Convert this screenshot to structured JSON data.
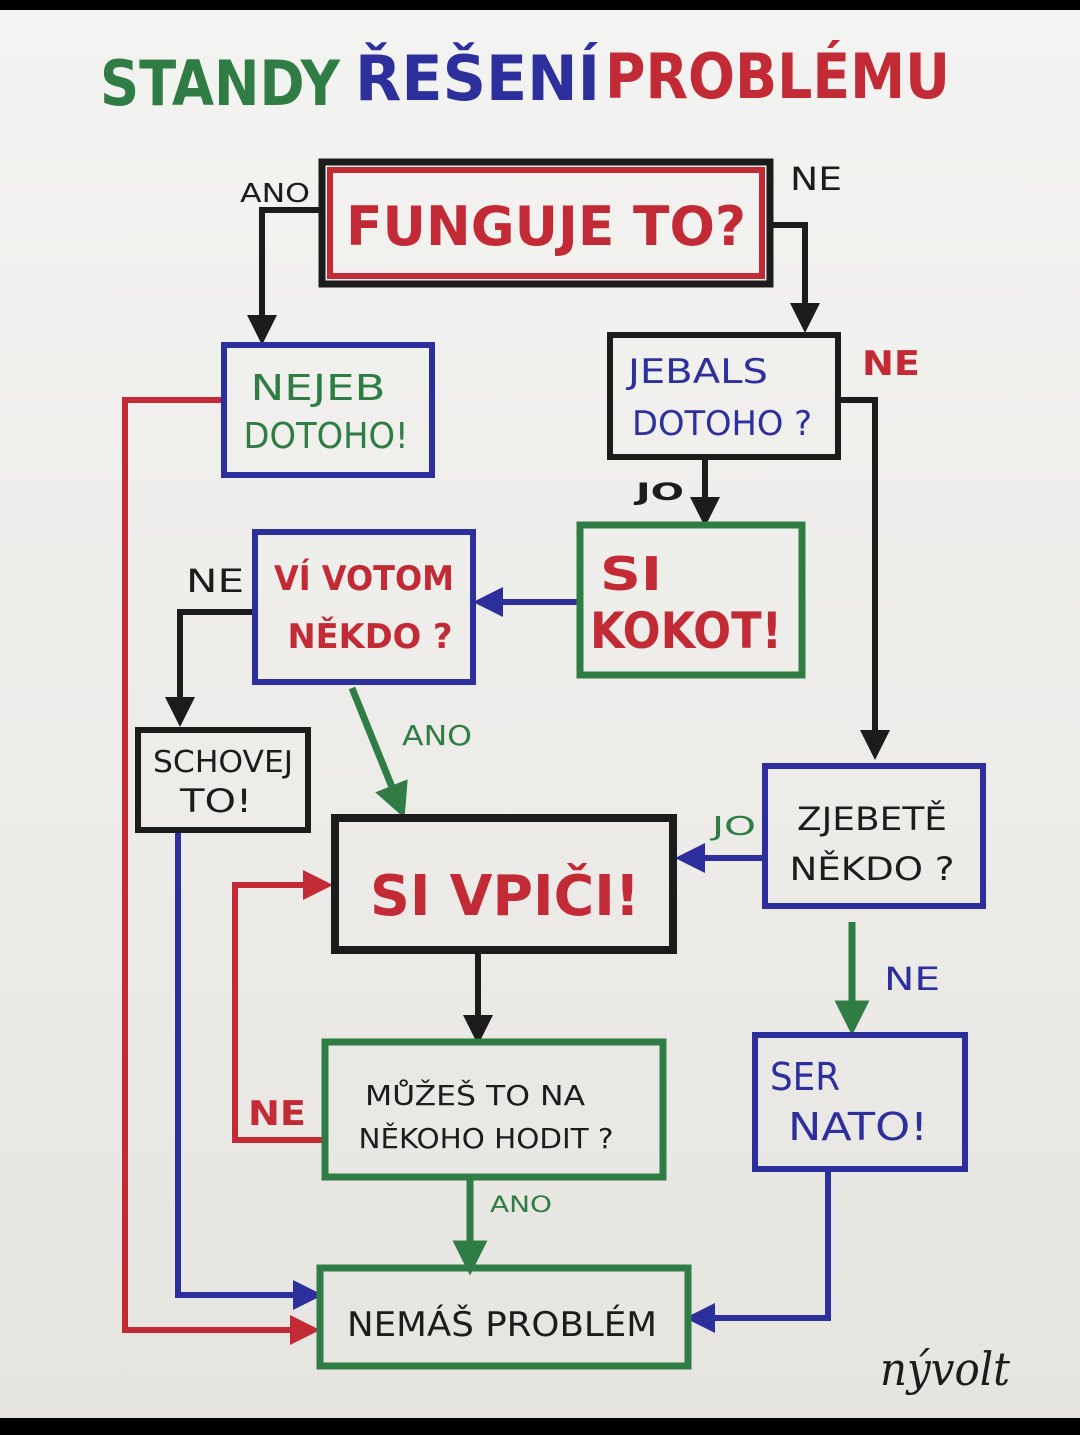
{
  "title": {
    "part1": "STANDY",
    "part2": "ŘEŠENÍ",
    "part3": "PROBLÉMU"
  },
  "colors": {
    "green": "#2f7d44",
    "blue": "#2c2f9c",
    "red": "#c22b36",
    "black": "#1c1c1c"
  },
  "nodes": {
    "funguje": {
      "text": "FUNGUJE TO?"
    },
    "nejeb": {
      "line1": "NEJEB",
      "line2": "DOTOHO!"
    },
    "jebals": {
      "line1": "JEBALS",
      "line2": "DOTOHO ?"
    },
    "sikokot": {
      "line1": "SI",
      "line2": "KOKOT!"
    },
    "vivotom": {
      "line1": "VÍ VOTOM",
      "line2": "NĚKDO ?"
    },
    "schovej": {
      "line1": "SCHOVEJ",
      "line2": "TO!"
    },
    "sivpici": {
      "text": "SI VPIČI!"
    },
    "zjebete": {
      "line1": "ZJEBETĚ",
      "line2": "NĚKDO ?"
    },
    "muzes": {
      "line1": "MŮŽEŠ TO NA",
      "line2": "NĚKOHO HODIT ?"
    },
    "sernato": {
      "line1": "SER",
      "line2": "NATO!"
    },
    "nemas": {
      "text": "NEMÁŠ PROBLÉM"
    }
  },
  "edge_labels": {
    "funguje_ano": "ANO",
    "funguje_ne": "NE",
    "jebals_ne": "NE",
    "jebals_jo": "JO",
    "vivotom_ne": "NE",
    "vivotom_ano": "ANO",
    "zjebete_jo": "JO",
    "zjebete_ne": "NE",
    "muzes_ne": "NE",
    "muzes_ano": "ANO"
  },
  "signature": "nývolt"
}
